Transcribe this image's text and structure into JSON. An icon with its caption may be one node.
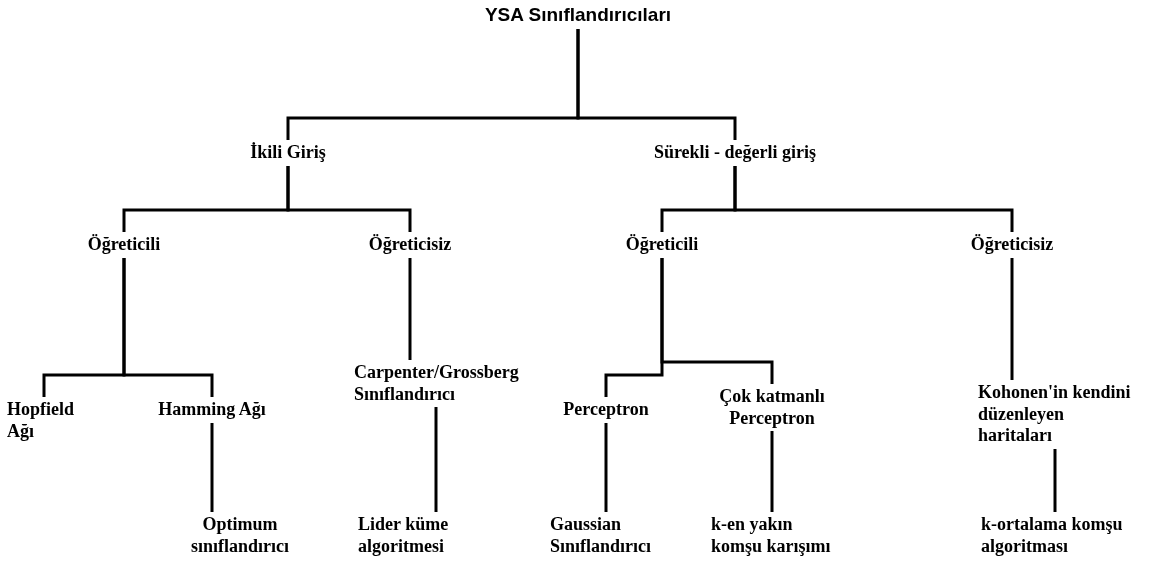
{
  "diagram": {
    "nodes": [
      {
        "text": [
          "YSA Sınıflandırıcıları"
        ]
      },
      {
        "text": [
          "İkili Giriş"
        ]
      },
      {
        "text": [
          "Sürekli - değerli giriş"
        ]
      },
      {
        "text": [
          "Öğreticili"
        ]
      },
      {
        "text": [
          "Öğreticisiz"
        ]
      },
      {
        "text": [
          "Öğreticili"
        ]
      },
      {
        "text": [
          "Öğreticisiz"
        ]
      },
      {
        "text": [
          "Hopfield Ağı"
        ]
      },
      {
        "text": [
          "Hamming Ağı"
        ]
      },
      {
        "text": [
          "Optimum sınıflandırıcı"
        ]
      },
      {
        "text": [
          "Carpenter/Grossberg Sınıflandırıcı"
        ]
      },
      {
        "text": [
          "Lider küme algoritmesi"
        ]
      },
      {
        "text": [
          "Perceptron"
        ]
      },
      {
        "text": [
          "Çok katmanlı Perceptron"
        ]
      },
      {
        "text": [
          "Gaussian Sınıflandırıcı"
        ]
      },
      {
        "text": [
          "k-en yakın komşu karışımı"
        ]
      },
      {
        "text": [
          "Kohonen'in kendini düzenleyen haritaları"
        ]
      },
      {
        "text": [
          "k-ortalama komşu algoritması"
        ]
      }
    ],
    "edges": [
      {
        "from": 0,
        "to": 1,
        "arrow": "none"
      },
      {
        "from": 0,
        "to": 2,
        "arrow": "none"
      },
      {
        "from": 1,
        "to": 3,
        "arrow": "none"
      },
      {
        "from": 1,
        "to": 4,
        "arrow": "none"
      },
      {
        "from": 2,
        "to": 5,
        "arrow": "none"
      },
      {
        "from": 2,
        "to": 6,
        "arrow": "none"
      },
      {
        "from": 3,
        "to": 7,
        "arrow": "none"
      },
      {
        "from": 3,
        "to": 8,
        "arrow": "none"
      },
      {
        "from": 8,
        "to": 9,
        "arrow": "none"
      },
      {
        "from": 4,
        "to": 10,
        "arrow": "none"
      },
      {
        "from": 10,
        "to": 11,
        "arrow": "none"
      },
      {
        "from": 5,
        "to": 12,
        "arrow": "none"
      },
      {
        "from": 5,
        "to": 13,
        "arrow": "none"
      },
      {
        "from": 12,
        "to": 14,
        "arrow": "none"
      },
      {
        "from": 13,
        "to": 15,
        "arrow": "none"
      },
      {
        "from": 6,
        "to": 16,
        "arrow": "none"
      },
      {
        "from": 16,
        "to": 17,
        "arrow": "none"
      }
    ]
  }
}
